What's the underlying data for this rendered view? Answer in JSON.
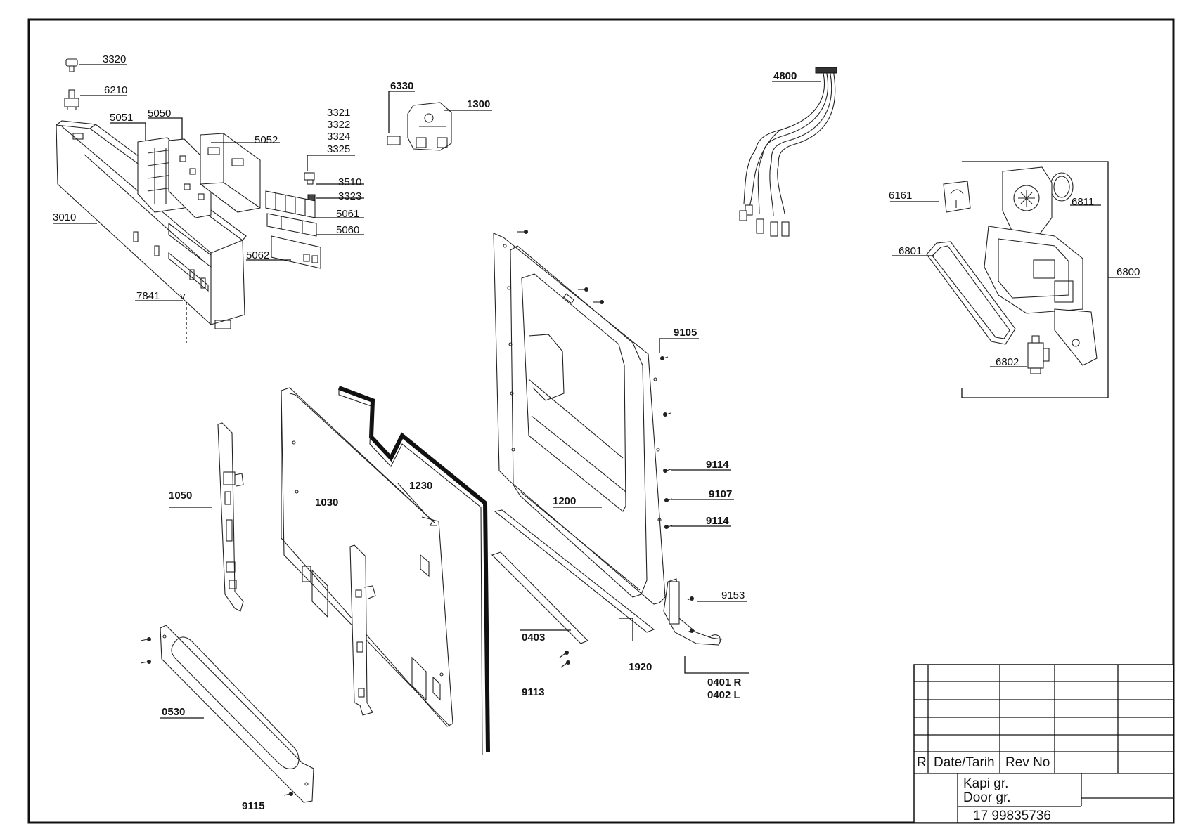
{
  "diagram": {
    "labels": {
      "l3320": "3320",
      "l6210": "6210",
      "l5051": "5051",
      "l5050": "5050",
      "l5052": "5052",
      "l3321": "3321",
      "l3322": "3322",
      "l3324": "3324",
      "l3325": "3325",
      "l3510": "3510",
      "l3323": "3323",
      "l5061": "5061",
      "l5060": "5060",
      "l5062": "5062",
      "l3010": "3010",
      "l7841": "7841",
      "l6330": "6330",
      "l1300": "1300",
      "l4800": "4800",
      "l6161": "6161",
      "l6811": "6811",
      "l6801": "6801",
      "l6800": "6800",
      "l6802": "6802",
      "l9105": "9105",
      "l9114a": "9114",
      "l9107": "9107",
      "l9114b": "9114",
      "l9153": "9153",
      "l1050": "1050",
      "l1030": "1030",
      "l1230": "1230",
      "l1200": "1200",
      "l0403": "0403",
      "l1920": "1920",
      "l0401": "0401 R",
      "l0402": "0402 L",
      "l9113": "9113",
      "l0530": "0530",
      "l9115": "9115"
    }
  },
  "title_block": {
    "rev_r": "R",
    "date_header": "Date/Tarih",
    "rev_header": "Rev No",
    "group_tr": "Kapi gr.",
    "group_en": "Door gr.",
    "doc_number": "17 99835736"
  }
}
